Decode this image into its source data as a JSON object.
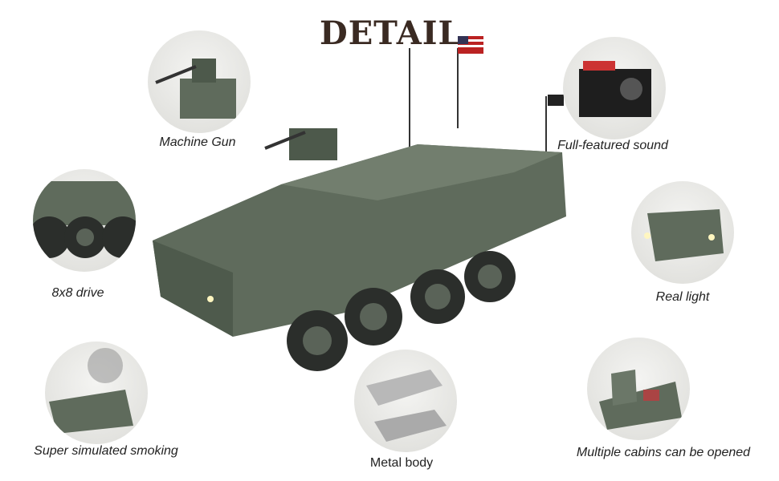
{
  "title": "DETAIL",
  "features": [
    {
      "label": "Machine Gun"
    },
    {
      "label": "Full-featured sound"
    },
    {
      "label": "8x8 drive"
    },
    {
      "label": "Real light"
    },
    {
      "label": "Super simulated smoking"
    },
    {
      "label": "Metal body"
    },
    {
      "label": "Multiple cabins  can be opened"
    }
  ],
  "colors": {
    "vehicle": "#5f6b5c",
    "title": "#3a2a22"
  }
}
